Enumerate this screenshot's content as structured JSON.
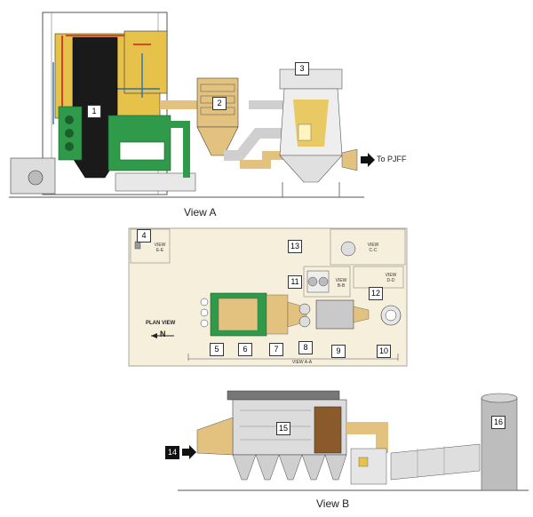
{
  "view_a": {
    "caption": "View A",
    "outlet_label": "To PJFF",
    "callouts": [
      "1",
      "2",
      "3"
    ]
  },
  "plan": {
    "plan_view_label": "PLAN VIEW",
    "north_label": "N",
    "view_ee": "VIEW E-E",
    "view_cc": "VIEW C-C",
    "view_bb": "VIEW B-B",
    "view_dd": "VIEW D-D",
    "view_aa": "VIEW A-A",
    "callouts": [
      "4",
      "5",
      "6",
      "7",
      "8",
      "9",
      "10",
      "11",
      "12",
      "13"
    ]
  },
  "view_b": {
    "caption": "View B",
    "callouts": [
      "14",
      "15",
      "16"
    ]
  },
  "colors": {
    "boiler_green": "#2f9b4a",
    "boiler_black": "#1a1a1a",
    "structure_yellow": "#e7c24a",
    "duct_tan": "#e2c27e",
    "red_pipe": "#cc2222",
    "blue_pipe": "#2a6fb5",
    "plan_bg": "#f5efdc",
    "gray_equipment": "#c9c9c9"
  }
}
